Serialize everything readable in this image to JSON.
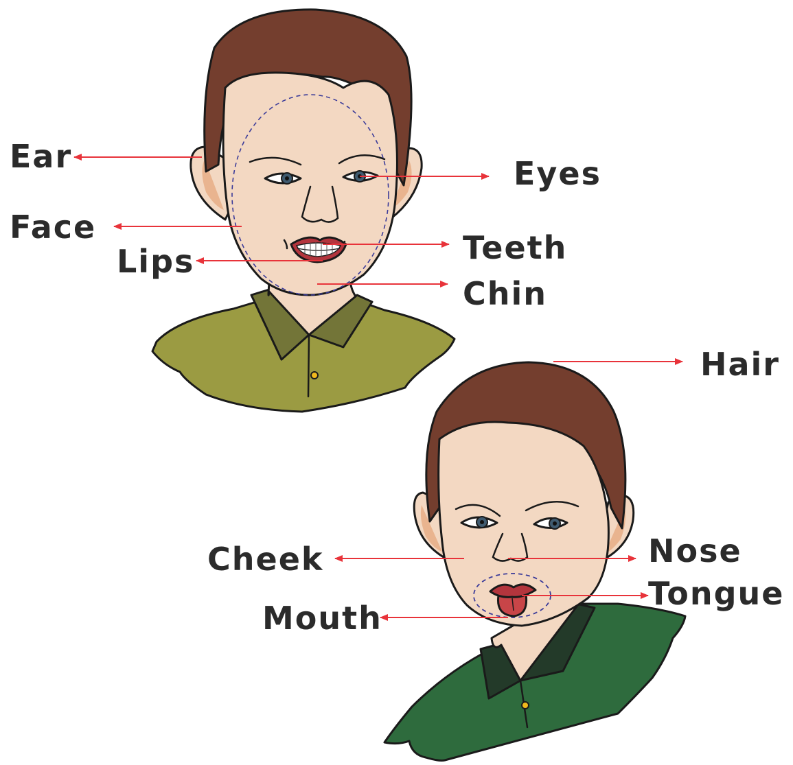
{
  "labels": {
    "ear": "Ear",
    "face": "Face",
    "lips": "Lips",
    "eyes": "Eyes",
    "teeth": "Teeth",
    "chin": "Chin",
    "hair": "Hair",
    "cheek": "Cheek",
    "nose": "Nose",
    "tongue": "Tongue",
    "mouth": "Mouth"
  },
  "colors": {
    "hair": "#743e2e",
    "skin": "#f3d8c2",
    "ear_inner": "#e9b48f",
    "shirt_top": "#9b9b42",
    "collar_top": "#737538",
    "shirt_bottom": "#2e6b3d",
    "collar_bottom": "#233a29",
    "pointer": "#e8333a",
    "guide": "#3b3b99",
    "lips": "#b3353d",
    "tongue": "#c84548",
    "iris": "#3f5b70",
    "button": "#f0b91d"
  }
}
